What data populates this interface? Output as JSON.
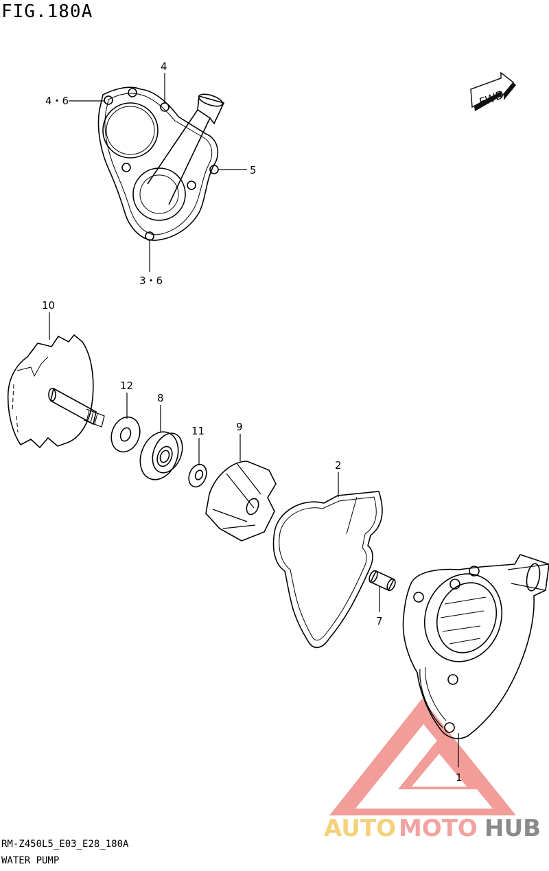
{
  "figure": {
    "title": "FIG.180A",
    "code": "RM-Z450L5_E03_E28_180A",
    "name": "WATER PUMP"
  },
  "fwd_label": "FWD",
  "callouts": [
    {
      "id": "4",
      "text": "4"
    },
    {
      "id": "4-6",
      "text": "4・6"
    },
    {
      "id": "5",
      "text": "5"
    },
    {
      "id": "3-6",
      "text": "3・6"
    },
    {
      "id": "10",
      "text": "10"
    },
    {
      "id": "12",
      "text": "12"
    },
    {
      "id": "8",
      "text": "8"
    },
    {
      "id": "11",
      "text": "11"
    },
    {
      "id": "9",
      "text": "9"
    },
    {
      "id": "2",
      "text": "2"
    },
    {
      "id": "7",
      "text": "7"
    },
    {
      "id": "1",
      "text": "1"
    }
  ],
  "watermark": {
    "part1": "AUTO",
    "part2": "MOTO",
    "part3": "HUB",
    "colors": {
      "auto": "#f5d27a",
      "moto": "#f2a3a0",
      "hub": "#8a8a8a",
      "triangle": "#f08d88"
    }
  }
}
